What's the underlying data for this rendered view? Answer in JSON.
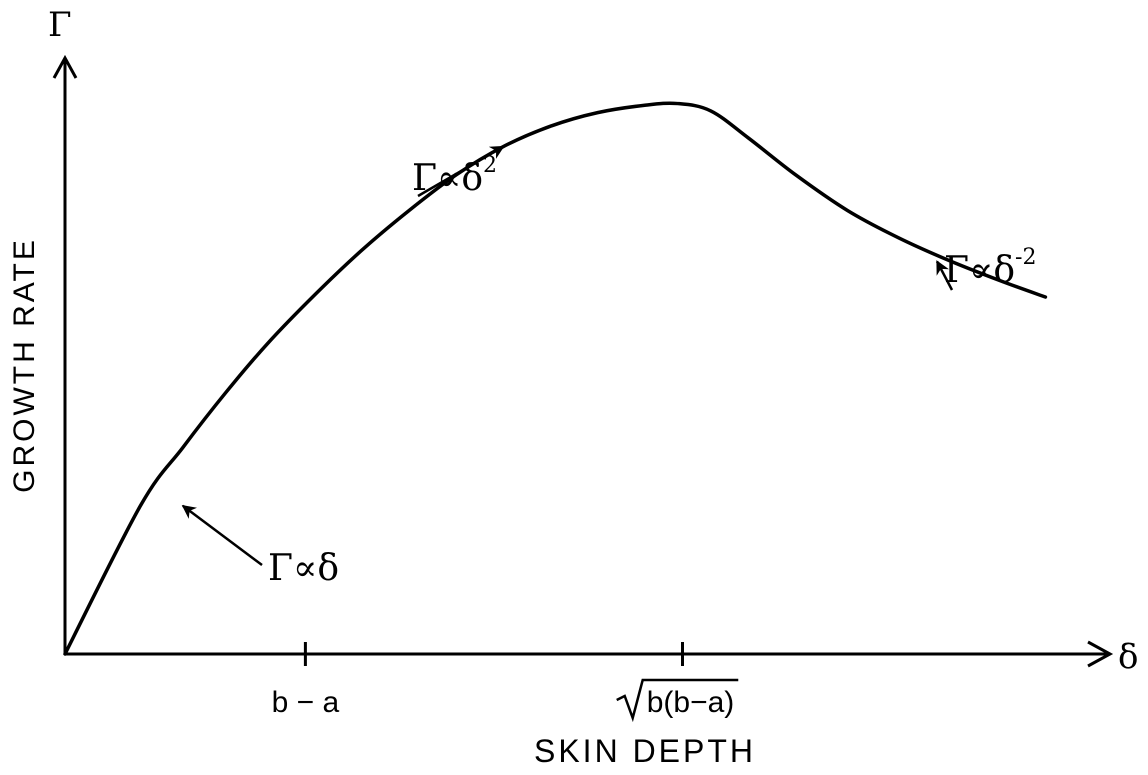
{
  "chart_data": {
    "type": "line",
    "title": "",
    "xlabel": "SKIN DEPTH",
    "ylabel": "GROWTH RATE",
    "x_axis_symbol": "δ",
    "y_axis_symbol": "Γ",
    "x_ticks": [
      {
        "value": 0.51,
        "label": "b − a"
      },
      {
        "value": 1.31,
        "label": "b(b−a)",
        "sqrt": true
      }
    ],
    "xlim": [
      0,
      2.2
    ],
    "ylim": [
      0,
      1.05
    ],
    "grid": false,
    "legend": "none",
    "series": [
      {
        "x": [
          0,
          0.16,
          0.25,
          0.34,
          0.43,
          0.53,
          0.63,
          0.73,
          0.83,
          0.93,
          1.03,
          1.13,
          1.23,
          1.3,
          1.37,
          1.45,
          1.55,
          1.66,
          1.77,
          1.88,
          1.99,
          2.08
        ],
        "y": [
          0,
          0.262,
          0.365,
          0.461,
          0.549,
          0.635,
          0.714,
          0.784,
          0.847,
          0.897,
          0.933,
          0.957,
          0.97,
          0.973,
          0.96,
          0.912,
          0.847,
          0.784,
          0.735,
          0.694,
          0.658,
          0.631
        ]
      }
    ],
    "annotations": [
      {
        "text": "Γ∝δ",
        "at_x": 0.25,
        "at_y": 0.262
      },
      {
        "text": "Γ∝δ",
        "superscript": "2",
        "at_x": 0.93,
        "at_y": 0.897
      },
      {
        "text": "Γ∝δ",
        "superscript": "-2",
        "at_x": 1.85,
        "at_y": 0.694
      }
    ]
  }
}
